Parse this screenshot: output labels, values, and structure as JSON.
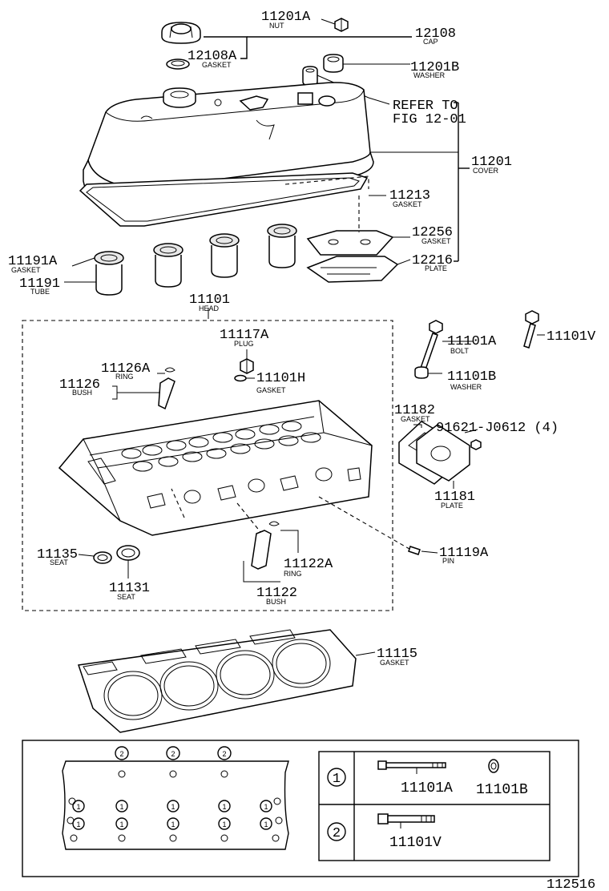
{
  "parts": {
    "p11201A": {
      "num": "11201A",
      "name": "NUT"
    },
    "p12108": {
      "num": "12108",
      "name": "CAP"
    },
    "p12108A": {
      "num": "12108A",
      "name": "GASKET"
    },
    "p11201B": {
      "num": "11201B",
      "name": "WASHER"
    },
    "refer": {
      "line1": "REFER TO",
      "line2": "FIG 12-01"
    },
    "p11201": {
      "num": "11201",
      "name": "COVER"
    },
    "p11213": {
      "num": "11213",
      "name": "GASKET"
    },
    "p12256": {
      "num": "12256",
      "name": "GASKET"
    },
    "p12216": {
      "num": "12216",
      "name": "PLATE"
    },
    "p11191A": {
      "num": "11191A",
      "name": "GASKET"
    },
    "p11191": {
      "num": "11191",
      "name": "TUBE"
    },
    "p11101": {
      "num": "11101",
      "name": "HEAD"
    },
    "p11117A": {
      "num": "11117A",
      "name": "PLUG"
    },
    "p11101H": {
      "num": "11101H",
      "name": "GASKET"
    },
    "p11126A": {
      "num": "11126A",
      "name": "RING"
    },
    "p11126": {
      "num": "11126",
      "name": "BUSH"
    },
    "p11101A": {
      "num": "11101A",
      "name": "BOLT"
    },
    "p11101V": {
      "num": "11101V"
    },
    "p11101B": {
      "num": "11101B",
      "name": "WASHER"
    },
    "p11182": {
      "num": "11182",
      "name": "GASKET"
    },
    "p91621": {
      "num": "91621-J0612 (4)"
    },
    "p11181": {
      "num": "11181",
      "name": "PLATE"
    },
    "p11135": {
      "num": "11135",
      "name": "SEAT"
    },
    "p11131": {
      "num": "11131",
      "name": "SEAT"
    },
    "p11122A": {
      "num": "11122A",
      "name": "RING"
    },
    "p11122": {
      "num": "11122",
      "name": "BUSH"
    },
    "p11119A": {
      "num": "11119A",
      "name": "PIN"
    },
    "p11115": {
      "num": "11115",
      "name": "GASKET"
    }
  },
  "legend": {
    "marker1": "1",
    "marker2": "2",
    "row1_bolt": "11101A",
    "row1_washer": "11101B",
    "row2_bolt": "11101V"
  },
  "figure_number": "112516"
}
